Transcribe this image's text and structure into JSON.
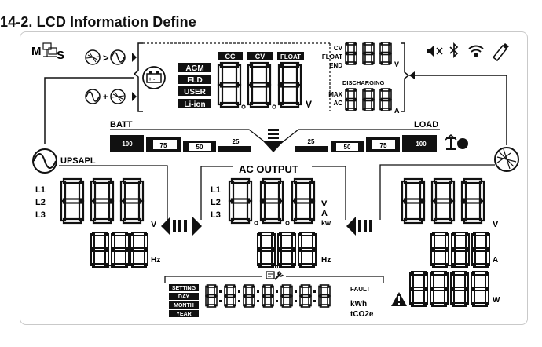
{
  "page": {
    "title": "14-2. LCD Information Define"
  },
  "top_left": {
    "logo_m": "M",
    "logo_s": "S"
  },
  "battery_types": [
    "AGM",
    "FLD",
    "USER",
    "Li-ion"
  ],
  "battery_display": {
    "digits": "8.8.8",
    "unit": "V"
  },
  "charge_modes": {
    "cc": "CC",
    "cv": "CV",
    "float": "FLOAT"
  },
  "charge_status": {
    "cv": "CV",
    "float": "FLOAT",
    "end": "END",
    "voltage_unit": "V",
    "discharging": "DISCHARGING",
    "max": "MAX",
    "ac": "AC",
    "current_unit": "A"
  },
  "battery_level": {
    "label": "BATT",
    "levels": [
      "100",
      "75",
      "50",
      "25"
    ]
  },
  "load_level": {
    "label": "LOAD",
    "levels": [
      "25",
      "50",
      "75",
      "100"
    ]
  },
  "input": {
    "label": "UPSAPL",
    "phases": [
      "L1",
      "L2",
      "L3"
    ],
    "volt_unit": "V",
    "freq_unit": "Hz"
  },
  "ac_output": {
    "label": "AC OUTPUT",
    "phases": [
      "L1",
      "L2",
      "L3"
    ],
    "unit_v": "V",
    "unit_a": "A",
    "unit_kw": "kw",
    "freq_unit": "Hz"
  },
  "pv": {
    "volt_unit": "V",
    "amp_unit": "A",
    "watt_unit": "W"
  },
  "info_panel": {
    "setting": "SETTING",
    "day": "DAY",
    "month": "MONTH",
    "year": "YEAR",
    "fault": "FAULT",
    "kwh": "kWh",
    "tco2e": "tCO2e"
  },
  "status_icons": [
    "mute-icon",
    "bluetooth-icon",
    "wifi-icon",
    "usb-icon",
    "wrench-icon",
    "warning-icon"
  ]
}
